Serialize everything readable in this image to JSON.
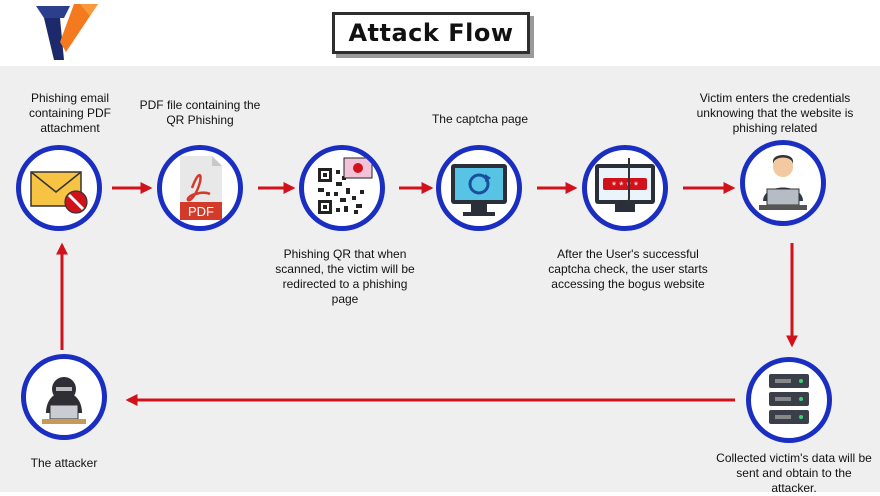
{
  "header": {
    "title": "Attack Flow"
  },
  "steps": {
    "email_label": "Phishing email containing PDF attachment",
    "pdf_label": "PDF file containing the QR Phishing",
    "pdf_icon_text": "PDF",
    "qr_label": "Phishing QR that when scanned, the victim will be redirected to a phishing page",
    "captcha_label": "The captcha page",
    "bogus_label": "After the User's successful captcha check, the user starts accessing the bogus website",
    "victim_label": "Victim enters the credentials unknowing that the website is phishing related",
    "server_label": "Collected victim's data will be sent and obtain to the attacker.",
    "attacker_label": "The attacker"
  },
  "colors": {
    "node_border": "#1a2ec2",
    "arrow": "#d2121b",
    "canvas_bg": "#efefef"
  },
  "icons": [
    "logo-icon",
    "envelope-icon",
    "pdf-file-icon",
    "qr-code-icon",
    "captcha-monitor-icon",
    "phishing-hook-monitor-icon",
    "victim-laptop-icon",
    "server-rack-icon",
    "hacker-laptop-icon"
  ]
}
